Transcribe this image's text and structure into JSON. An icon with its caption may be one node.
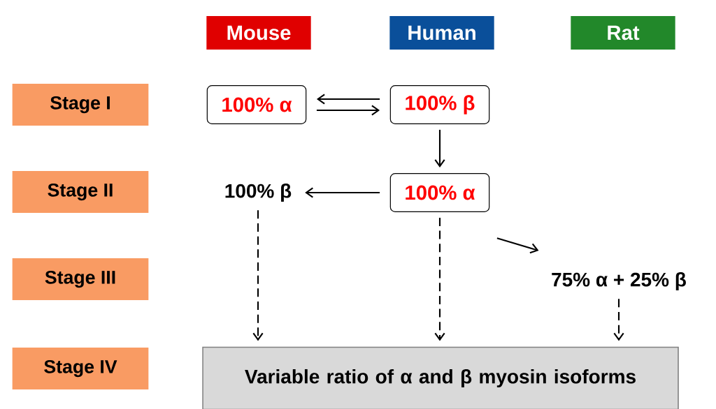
{
  "diagram": {
    "nodes": [
      {
        "text": [
          "Mouse"
        ]
      },
      {
        "text": [
          "Human"
        ]
      },
      {
        "text": [
          "Rat"
        ]
      },
      {
        "text": [
          "Stage I"
        ]
      },
      {
        "text": [
          "100% α"
        ]
      },
      {
        "text": [
          "100% β"
        ]
      },
      {
        "text": [
          "Stage II"
        ]
      },
      {
        "text": [
          "100% β"
        ]
      },
      {
        "text": [
          "100% α"
        ]
      },
      {
        "text": [
          "Stage III"
        ]
      },
      {
        "text": [
          "75% α + 25% β"
        ]
      },
      {
        "text": [
          "Stage IV"
        ]
      },
      {
        "text": [
          "Variable ratio of α and β myosin isoforms"
        ]
      }
    ],
    "edges": [
      {
        "from": 4,
        "to": 5,
        "arrow": "to"
      },
      {
        "from": 5,
        "to": 4,
        "arrow": "to"
      },
      {
        "from": 5,
        "to": 8,
        "arrow": "to"
      },
      {
        "from": 8,
        "to": 7,
        "arrow": "to"
      },
      {
        "from": 8,
        "to": 10,
        "arrow": "to"
      },
      {
        "from": 7,
        "to": 12,
        "arrow": "to",
        "style": "dashed"
      },
      {
        "from": 8,
        "to": 12,
        "arrow": "to",
        "style": "dashed"
      },
      {
        "from": 10,
        "to": 12,
        "arrow": "to",
        "style": "dashed"
      }
    ]
  }
}
